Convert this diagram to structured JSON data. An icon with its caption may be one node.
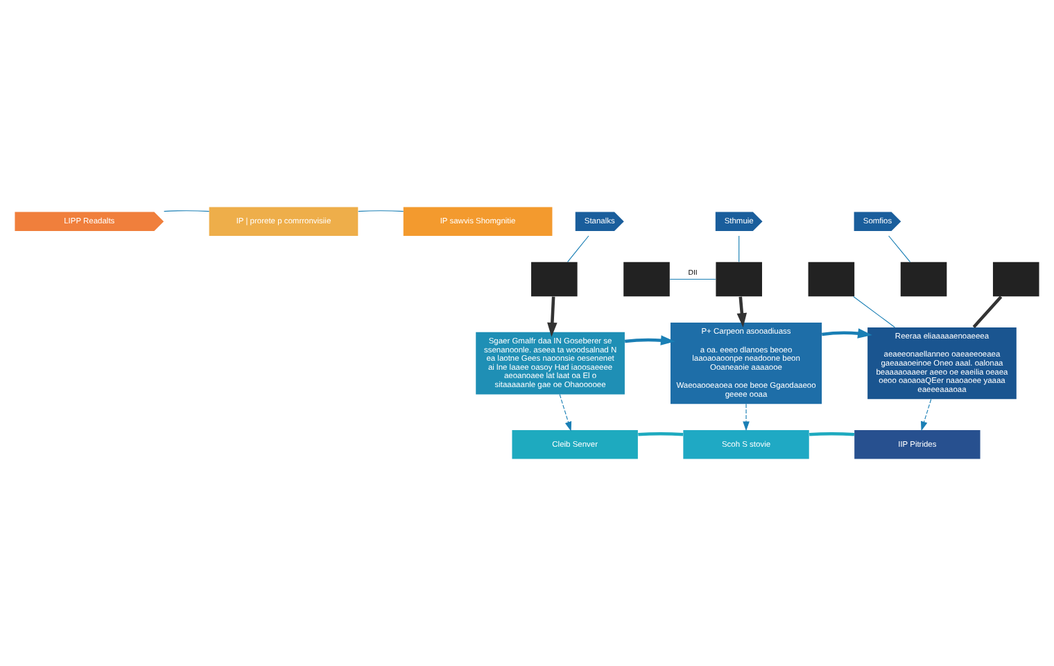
{
  "diagram": {
    "nodes": [
      {
        "text": [
          "LIPP Readalts"
        ]
      },
      {
        "text": [
          "IP | prorete p comrronvisiie"
        ]
      },
      {
        "text": [
          "IP sawvis Shomgnitie"
        ]
      },
      {
        "text": [
          "Stanalks"
        ]
      },
      {
        "text": [],
        "shape": "box"
      },
      {
        "text": [],
        "shape": "box"
      },
      {
        "text": [
          "Sthmuie"
        ]
      },
      {
        "text": [],
        "shape": "box"
      },
      {
        "text": [],
        "shape": "box"
      },
      {
        "text": [
          "Somfios"
        ]
      },
      {
        "text": [],
        "shape": "box"
      },
      {
        "text": [],
        "shape": "box"
      },
      {
        "text": [
          "Sgaer Gmalfr daa IN Goseberer se ssenanoonle. aseea ta woodsalnad N ea laotne Gees naoonsie oesenenet ai lne laaee oasoy Had iaoosaeeee aeoanoaee lat laat oa El o sitaaaaanle gae oe Ohaooooee"
        ]
      },
      {
        "text": [
          "P+ Carpeon asooadiuass",
          "a oa. eeeo dlanoes beoeo laaoaoaoonpe neadoone beon Ooaneaoie aaaaooe",
          "Waeoaooeaoea ooe beoe Ggaodaaeoo geeee ooaa"
        ]
      },
      {
        "text": [
          "Reeraa eliaaaaaenoaeeea",
          "aeaeeonaellanneo oaeaeeoeaea gaeaaaoeinoe Oneo aaal. oalonaa beaaaaoaaeer aeeo oe eaeilia oeaea oeoo oaoaoaQEer naaoaoee yaaaa eaeeeaaaoaa"
        ]
      },
      {
        "text": [
          "Cleib Senver"
        ]
      },
      {
        "text": [
          "Scoh S stovie"
        ]
      },
      {
        "text": [
          "IIP Pitrides"
        ]
      }
    ],
    "edges": [
      {
        "from": 0,
        "to": 1,
        "arrow": "none"
      },
      {
        "from": 1,
        "to": 2,
        "arrow": "none"
      },
      {
        "from": 3,
        "to": 4,
        "arrow": "none"
      },
      {
        "from": 5,
        "to": 7,
        "arrow": "none",
        "label": "DII"
      },
      {
        "from": 6,
        "to": 7,
        "arrow": "none"
      },
      {
        "from": 8,
        "to": 14,
        "arrow": "none"
      },
      {
        "from": 9,
        "to": 10,
        "arrow": "none"
      },
      {
        "from": 4,
        "to": 12,
        "arrow": "to",
        "style": "thick",
        "color": "#333333"
      },
      {
        "from": 7,
        "to": 13,
        "arrow": "to",
        "style": "thick",
        "color": "#333333"
      },
      {
        "from": 11,
        "to": 14,
        "arrow": "none",
        "style": "thick",
        "color": "#333333"
      },
      {
        "from": 12,
        "to": 13,
        "arrow": "to",
        "style": "thick"
      },
      {
        "from": 13,
        "to": 14,
        "arrow": "to",
        "style": "thick"
      },
      {
        "from": 12,
        "to": 15,
        "arrow": "to",
        "style": "dashed"
      },
      {
        "from": 13,
        "to": 16,
        "arrow": "to",
        "style": "dashed"
      },
      {
        "from": 14,
        "to": 17,
        "arrow": "to",
        "style": "dashed"
      },
      {
        "from": 15,
        "to": 16,
        "arrow": "none",
        "style": "thick",
        "color": "#1eaabf"
      },
      {
        "from": 16,
        "to": 17,
        "arrow": "none",
        "style": "thick",
        "color": "#1eaabf"
      }
    ]
  }
}
